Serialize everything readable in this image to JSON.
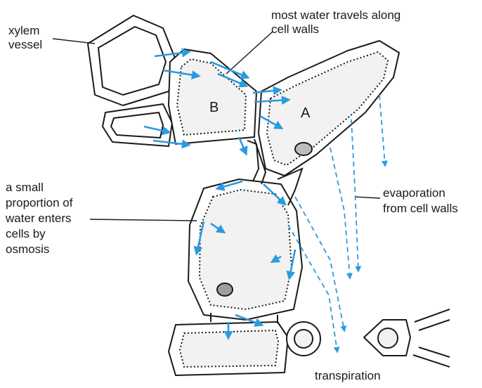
{
  "labels": {
    "xylem": [
      "xylem",
      "vessel"
    ],
    "walls": [
      "most water travels along",
      "cell walls"
    ],
    "osmosis": [
      "a small",
      "proportion of",
      "water enters",
      "cells by",
      "osmosis"
    ],
    "evaporation": [
      "evaporation",
      "from cell walls"
    ],
    "transpiration": "transpiration"
  },
  "cells": {
    "a": "A",
    "b": "B"
  },
  "colors": {
    "outline": "#1a1a1a",
    "cytoplasm": "#f2f2f2",
    "arrow": "#2b9be0"
  }
}
